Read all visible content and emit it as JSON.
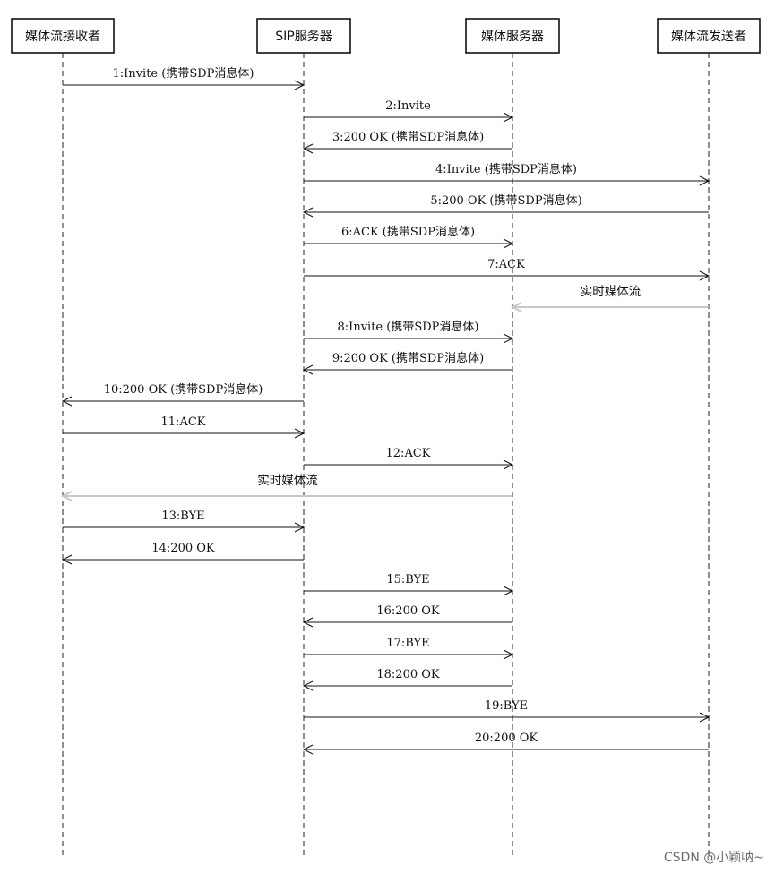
{
  "participants": [
    {
      "id": "receiver",
      "label": "媒体流接收者"
    },
    {
      "id": "sip",
      "label": "SIP服务器"
    },
    {
      "id": "media",
      "label": "媒体服务器"
    },
    {
      "id": "sender",
      "label": "媒体流发送者"
    }
  ],
  "messages": [
    {
      "from": "receiver",
      "to": "sip",
      "label": "1:Invite (携带SDP消息体)"
    },
    {
      "from": "sip",
      "to": "media",
      "label": "2:Invite"
    },
    {
      "from": "media",
      "to": "sip",
      "label": "3:200 OK (携带SDP消息体)"
    },
    {
      "from": "sip",
      "to": "sender",
      "label": "4:Invite (携带SDP消息体)"
    },
    {
      "from": "sender",
      "to": "sip",
      "label": "5:200 OK (携带SDP消息体)"
    },
    {
      "from": "sip",
      "to": "media",
      "label": "6:ACK (携带SDP消息体)"
    },
    {
      "from": "sip",
      "to": "sender",
      "label": "7:ACK"
    },
    {
      "from": "sender",
      "to": "media",
      "label": "实时媒体流",
      "kind": "media"
    },
    {
      "from": "sip",
      "to": "media",
      "label": "8:Invite (携带SDP消息体)"
    },
    {
      "from": "media",
      "to": "sip",
      "label": "9:200 OK (携带SDP消息体)"
    },
    {
      "from": "sip",
      "to": "receiver",
      "label": "10:200 OK (携带SDP消息体)"
    },
    {
      "from": "receiver",
      "to": "sip",
      "label": "11:ACK"
    },
    {
      "from": "sip",
      "to": "media",
      "label": "12:ACK"
    },
    {
      "from": "media",
      "to": "receiver",
      "label": "实时媒体流",
      "kind": "media"
    },
    {
      "from": "receiver",
      "to": "sip",
      "label": "13:BYE"
    },
    {
      "from": "sip",
      "to": "receiver",
      "label": "14:200 OK"
    },
    {
      "from": "sip",
      "to": "media",
      "label": "15:BYE"
    },
    {
      "from": "media",
      "to": "sip",
      "label": "16:200 OK"
    },
    {
      "from": "sip",
      "to": "media",
      "label": "17:BYE"
    },
    {
      "from": "media",
      "to": "sip",
      "label": "18:200 OK"
    },
    {
      "from": "sip",
      "to": "sender",
      "label": "19:BYE"
    },
    {
      "from": "sender",
      "to": "sip",
      "label": "20:200 OK"
    }
  ],
  "watermark": "CSDN @小颖呐~"
}
